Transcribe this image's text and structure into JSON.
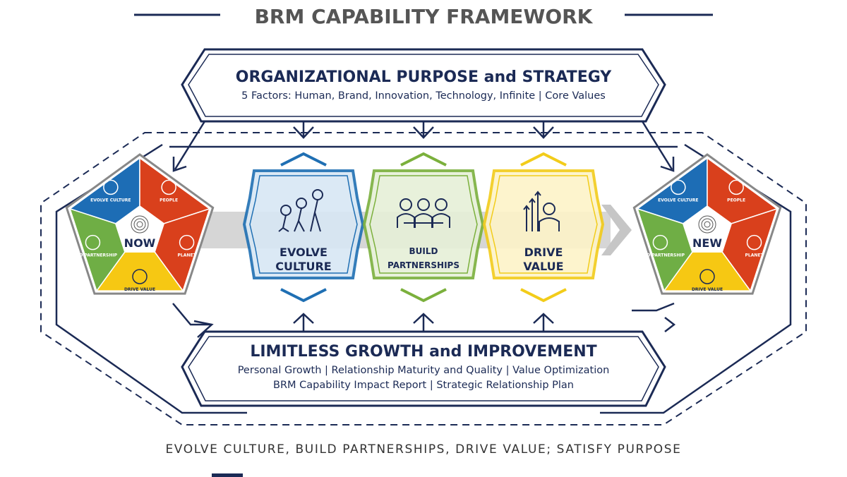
{
  "title": "BRM CAPABILITY FRAMEWORK",
  "top_box": {
    "title": "ORGANIZATIONAL PURPOSE and STRATEGY",
    "subtitle": "5 Factors: Human, Brand, Innovation, Technology, Infinite | Core Values"
  },
  "bottom_box": {
    "title": "LIMITLESS GROWTH and IMPROVEMENT",
    "line1": "Personal Growth | Relationship Maturity and Quality | Value Optimization",
    "line2": "BRM Capability Impact Report | Strategic Relationship Plan"
  },
  "capabilities": [
    {
      "line1": "EVOLVE",
      "line2": "CULTURE",
      "icon": "people-evolving-icon",
      "stroke": "#1f6fb3",
      "fill": "#d8e7f5"
    },
    {
      "line1": "BUILD",
      "line2": "PARTNERSHIPS",
      "icon": "team-meeting-icon",
      "stroke": "#7bb03c",
      "fill": "#e6f0d8"
    },
    {
      "line1": "DRIVE",
      "line2": "VALUE",
      "icon": "person-growth-arrows-icon",
      "stroke": "#f2cc1a",
      "fill": "#fdf3c8"
    }
  ],
  "pentagons": [
    {
      "center_label": "NOW"
    },
    {
      "center_label": "NEW"
    }
  ],
  "pentagon_segments": [
    {
      "label": "EVOLVE CULTURE",
      "color": "#1d6db5",
      "icon": "people-icon"
    },
    {
      "label": "PEOPLE",
      "color": "#d9401c",
      "icon": "person-circle-icon"
    },
    {
      "label": "PLANET",
      "color": "#d9401c",
      "icon": "globe-icon"
    },
    {
      "label": "DRIVE VALUE",
      "color": "#f6c813",
      "icon": "growth-icon"
    },
    {
      "label": "BUILD PARTNERSHIP",
      "color": "#6fae45",
      "icon": "team-icon"
    }
  ],
  "footer": "EVOLVE CULTURE, BUILD PARTNERSHIPS, DRIVE VALUE; SATISFY PURPOSE",
  "colors": {
    "navy": "#1b2a55",
    "arrow_band": "#cfcfcf"
  }
}
